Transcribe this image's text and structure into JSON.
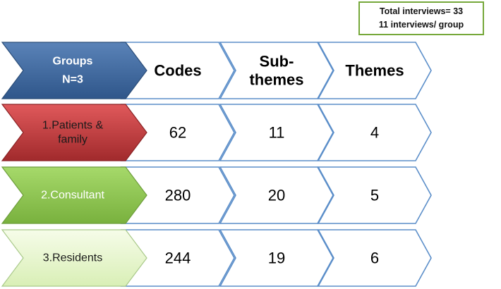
{
  "note": {
    "line1": "Total interviews= 33",
    "line2": "11 interviews/ group"
  },
  "header": {
    "group_label_line1": "Groups",
    "group_label_line2": "N=3",
    "columns": [
      {
        "lines": [
          "Codes"
        ]
      },
      {
        "lines": [
          "Sub-",
          "themes"
        ]
      },
      {
        "lines": [
          "Themes"
        ]
      }
    ]
  },
  "rows": [
    {
      "label_lines": [
        "1.Patients &",
        "family"
      ],
      "values": [
        "62",
        "11",
        "4"
      ]
    },
    {
      "label_lines": [
        "2.Consultant"
      ],
      "values": [
        "280",
        "20",
        "5"
      ]
    },
    {
      "label_lines": [
        "3.Residents"
      ],
      "values": [
        "244",
        "19",
        "6"
      ]
    }
  ],
  "colors": {
    "header_label_fill": "#3d6497",
    "row1_fill": "#c0393b",
    "row2_fill": "#8fc94f",
    "row3_fill": "#e8f7cf",
    "chevron_stroke": "#5b8ec9",
    "label_stroke": "#8aa9c9",
    "label_text_light": "#ffffff",
    "label_text_dark": "#1a1a1a",
    "cell_text": "#000000"
  }
}
